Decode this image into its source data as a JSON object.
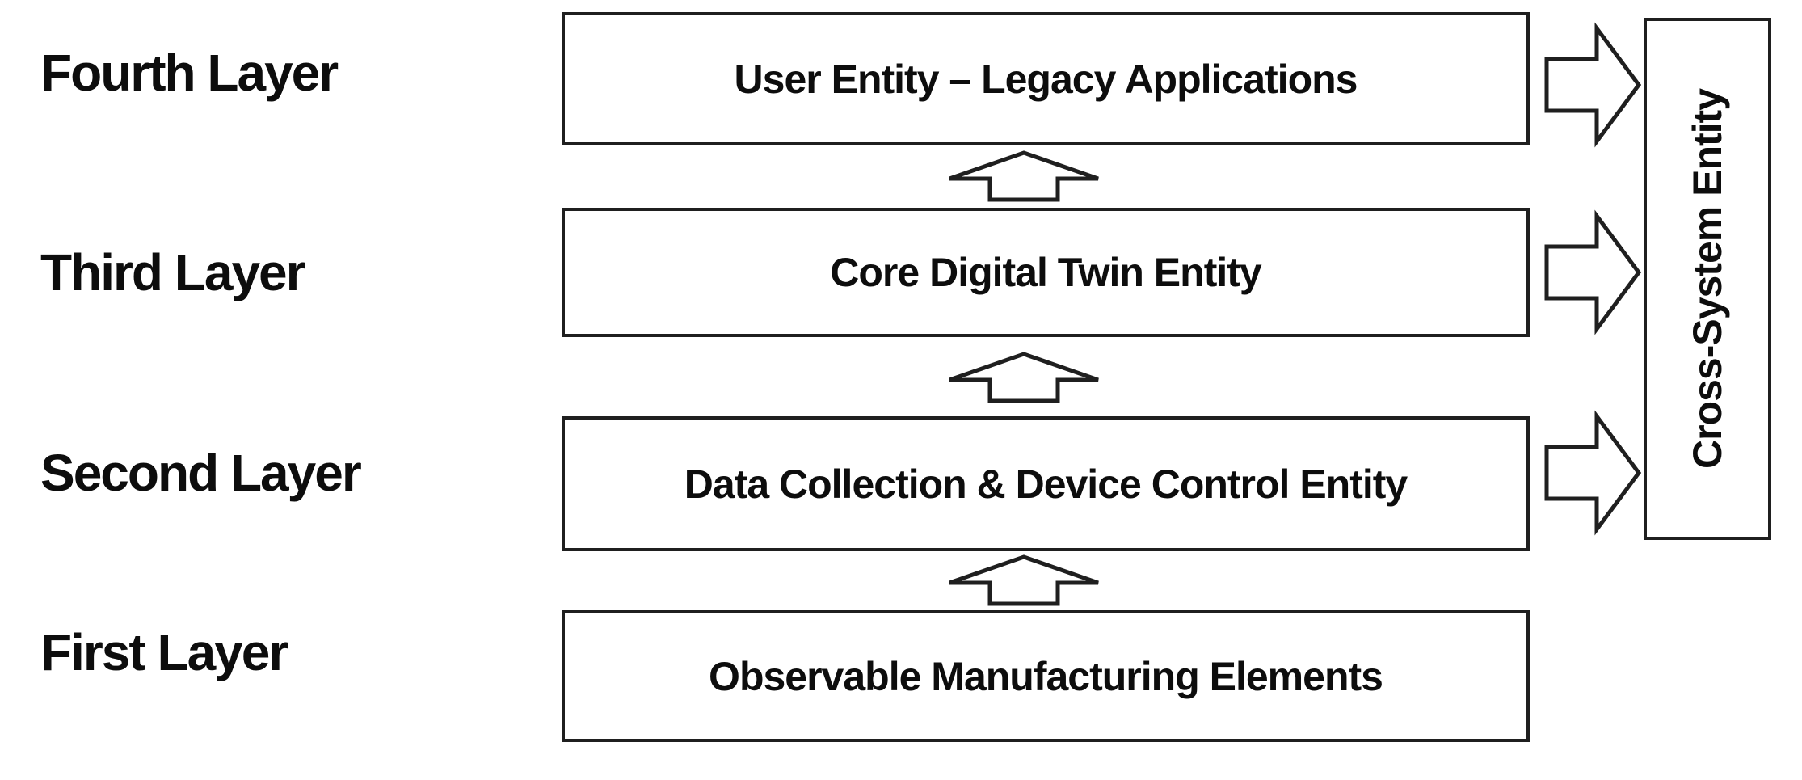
{
  "diagram": {
    "layers": [
      {
        "label": "Fourth Layer",
        "entity": "User Entity – Legacy Applications"
      },
      {
        "label": "Third Layer",
        "entity": "Core Digital Twin Entity"
      },
      {
        "label": "Second Layer",
        "entity": "Data Collection & Device Control Entity"
      },
      {
        "label": "First Layer",
        "entity": "Observable Manufacturing Elements"
      }
    ],
    "cross_system": {
      "label": "Cross-System Entity"
    },
    "icons": {
      "up_arrow": "up-arrow-icon",
      "right_arrow": "right-arrow-icon"
    },
    "colors": {
      "background": "#ffffff",
      "border": "#1f1f1f",
      "text": "#0d0d0d",
      "arrow_fill": "#ffffff"
    }
  }
}
